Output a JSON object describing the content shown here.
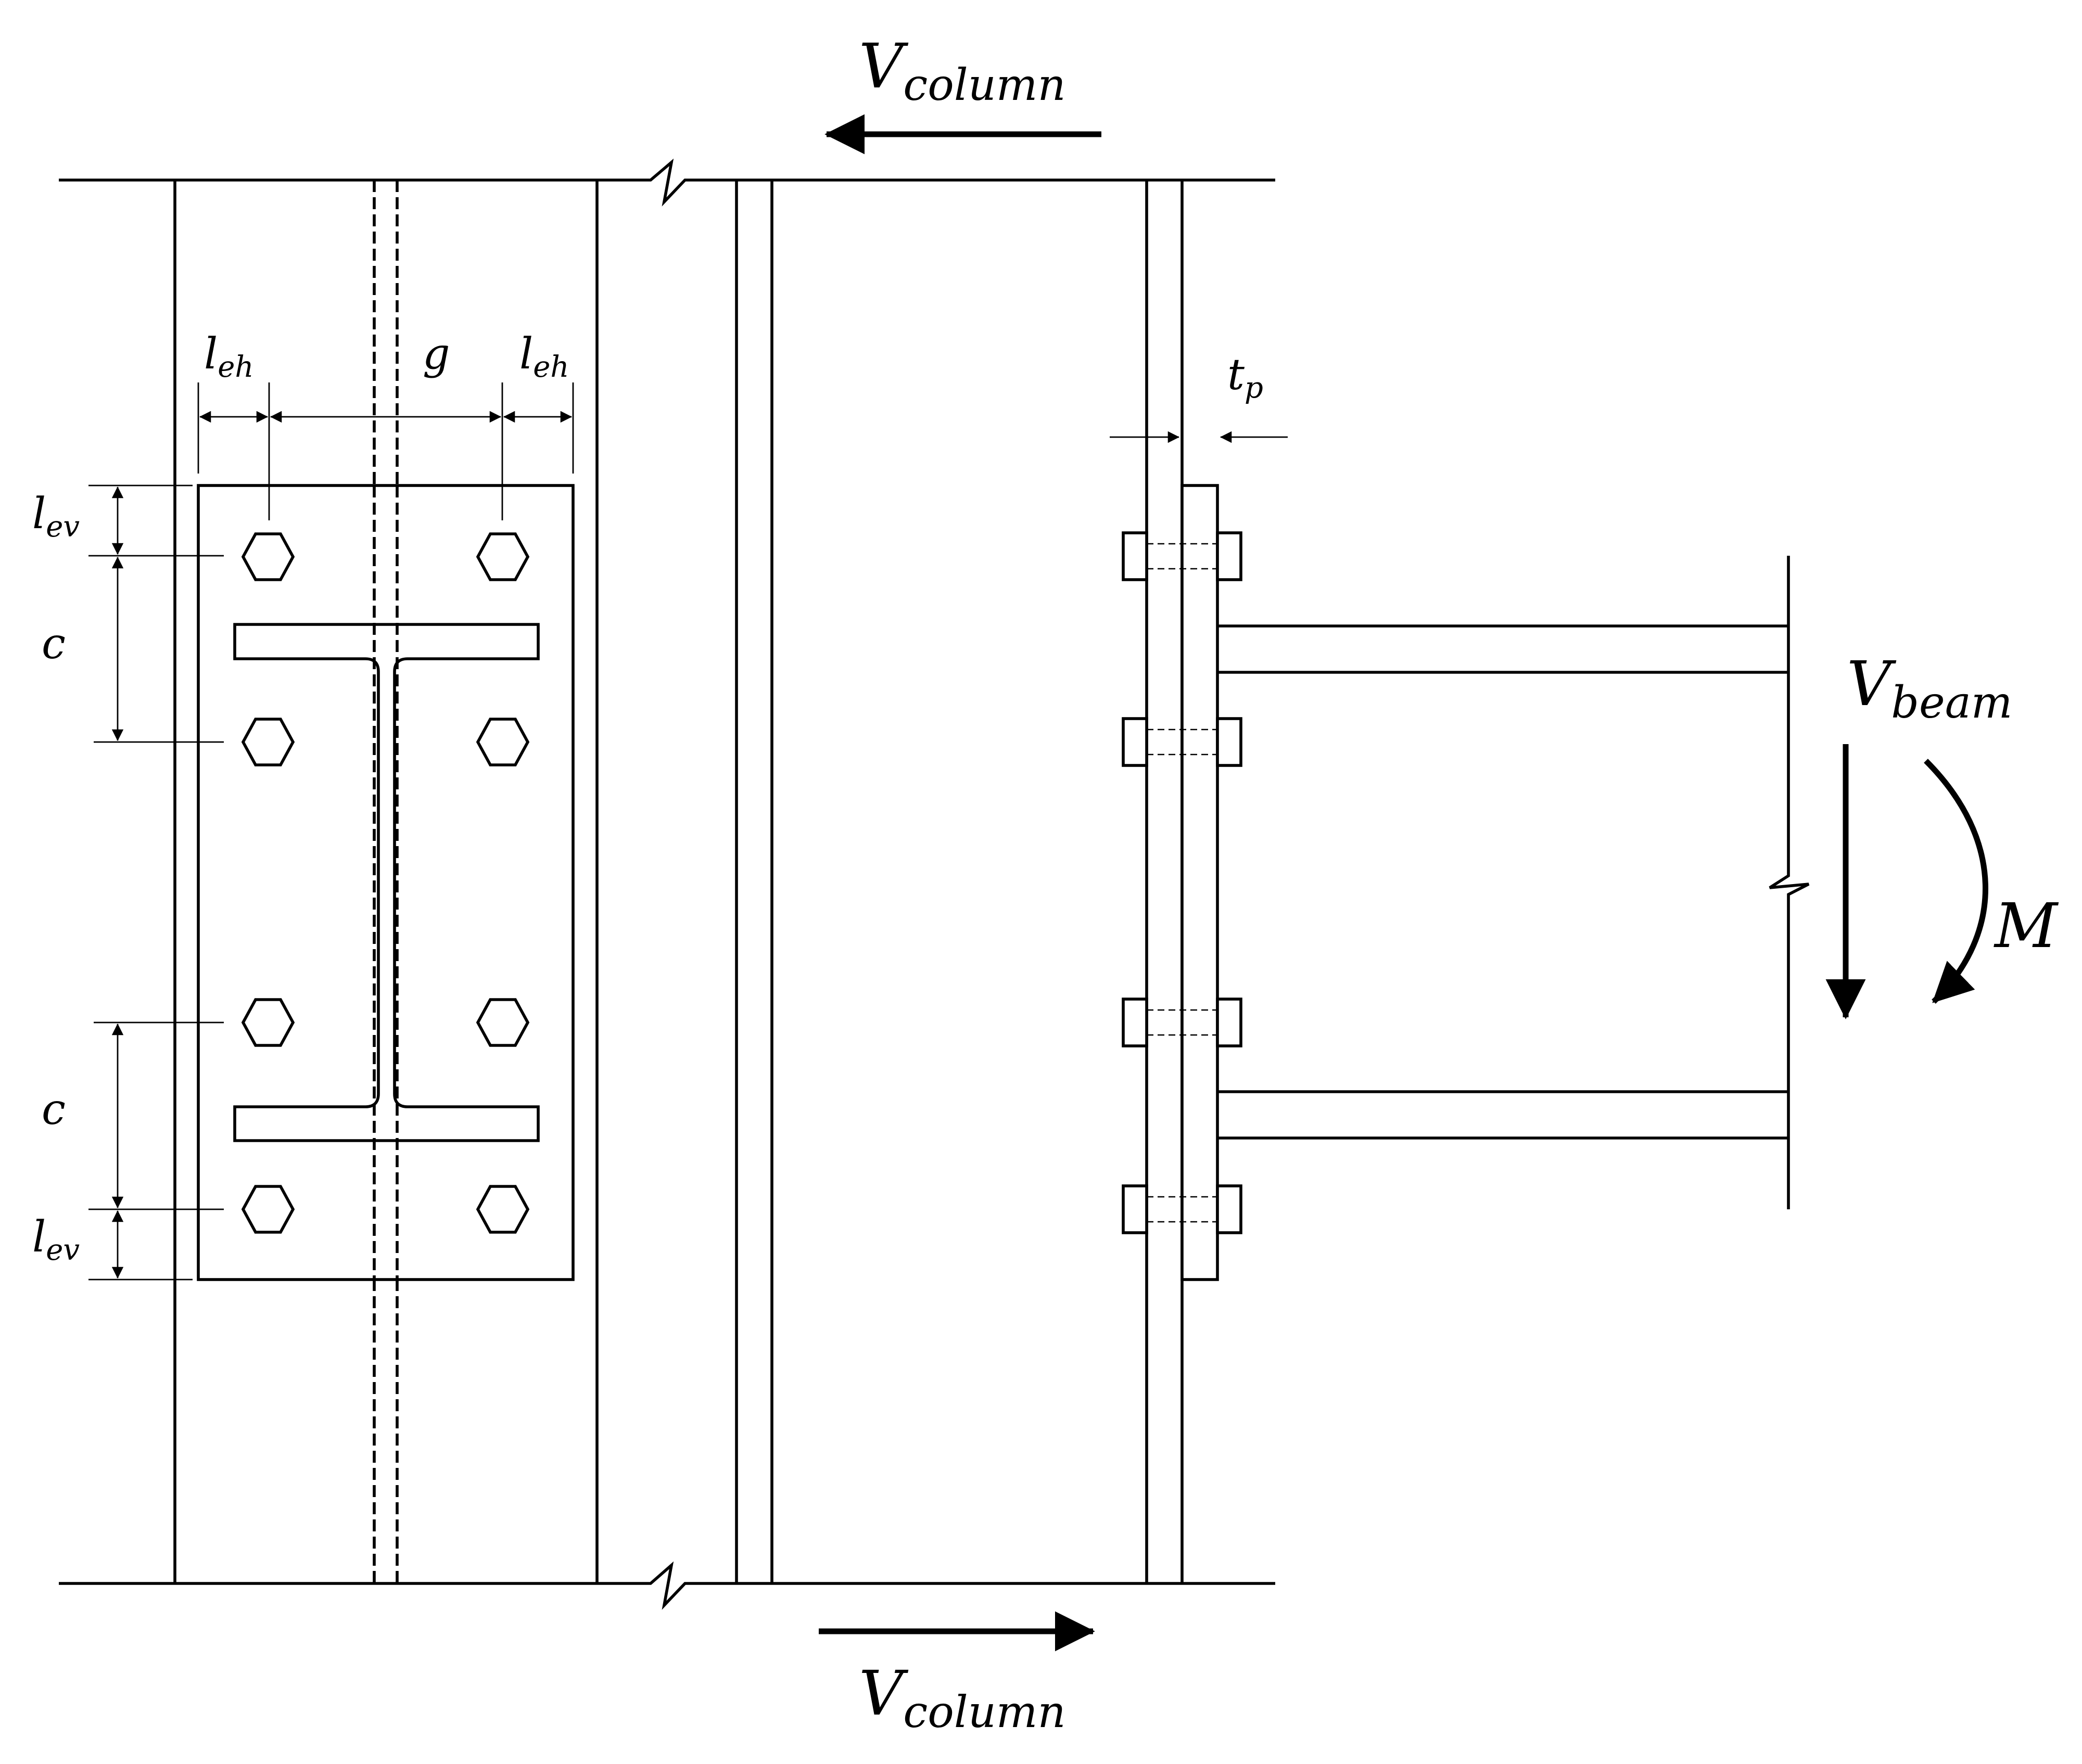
{
  "labels": {
    "leh": "l",
    "leh_sub": "eh",
    "g": "g",
    "lev": "l",
    "lev_sub": "ev",
    "c": "c",
    "tp": "t",
    "tp_sub": "p",
    "v_column": "V",
    "v_column_sub": "column",
    "v_beam": "V",
    "v_beam_sub": "beam",
    "m": "M"
  }
}
